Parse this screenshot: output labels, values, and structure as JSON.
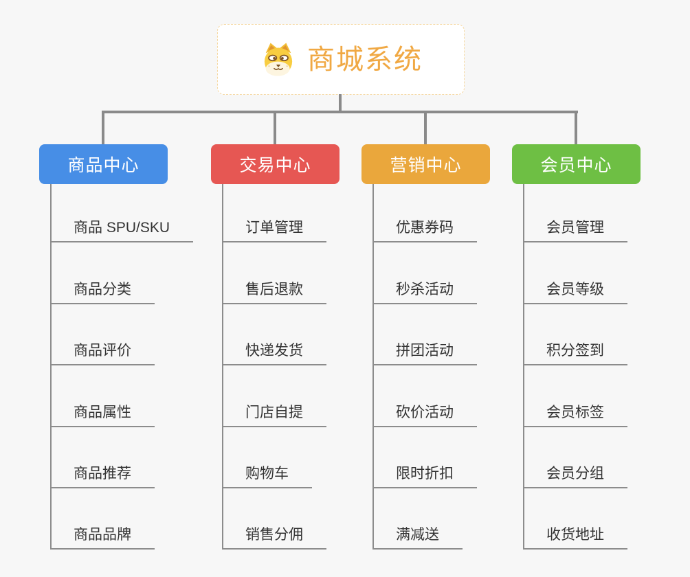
{
  "app": {
    "background": "#f7f7f7",
    "connector_color": "#8a8a8a",
    "leaf_line_color": "#8c8c8c",
    "leaf_text_color": "#333333"
  },
  "root": {
    "title": "商城系统",
    "icon": "doge-icon",
    "text_color": "#f0a843",
    "border_color": "#f5d8a3"
  },
  "branches": [
    {
      "label": "商品中心",
      "color": "#478ee6",
      "items": [
        "商品 SPU/SKU",
        "商品分类",
        "商品评价",
        "商品属性",
        "商品推荐",
        "商品品牌"
      ]
    },
    {
      "label": "交易中心",
      "color": "#e65753",
      "items": [
        "订单管理",
        "售后退款",
        "快递发货",
        "门店自提",
        "购物车",
        "销售分佣"
      ]
    },
    {
      "label": "营销中心",
      "color": "#eaa73c",
      "items": [
        "优惠券码",
        "秒杀活动",
        "拼团活动",
        "砍价活动",
        "限时折扣",
        "满减送"
      ]
    },
    {
      "label": "会员中心",
      "color": "#6ebf44",
      "items": [
        "会员管理",
        "会员等级",
        "积分签到",
        "会员标签",
        "会员分组",
        "收货地址"
      ]
    }
  ]
}
